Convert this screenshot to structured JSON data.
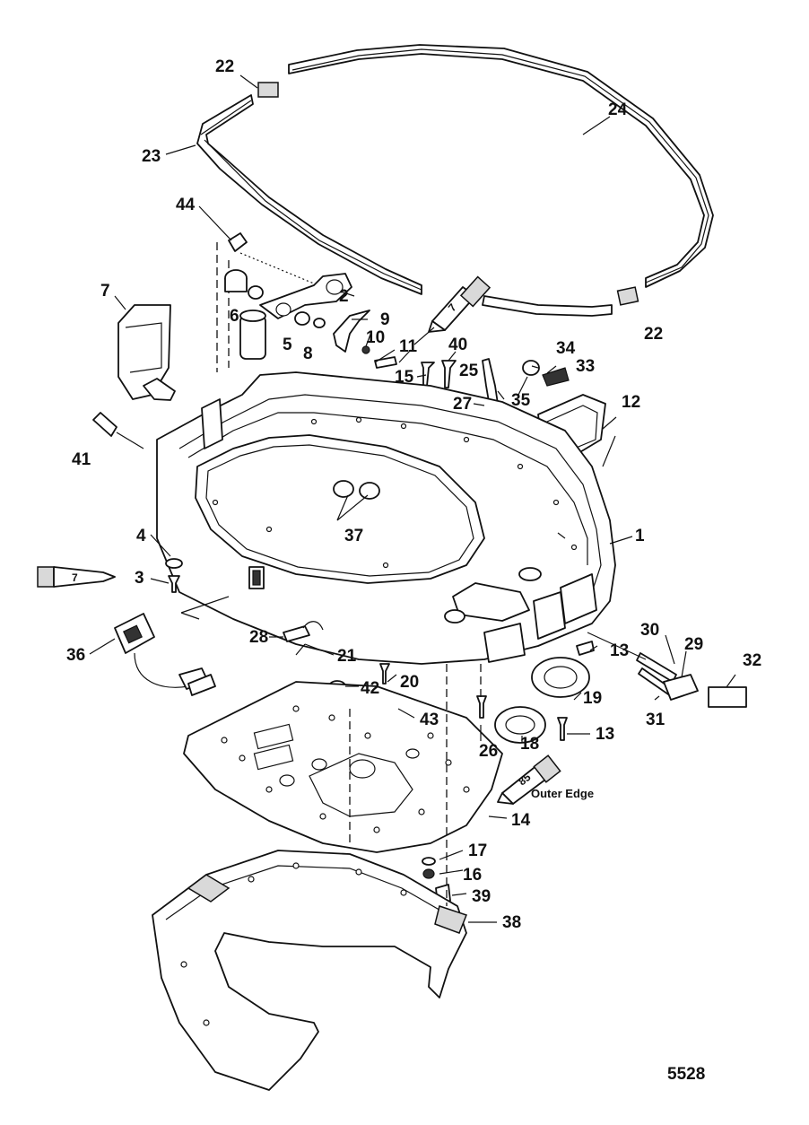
{
  "figure_number": "5528",
  "note_outer_edge": "Outer Edge",
  "tube_labels": {
    "t7_a": "7",
    "t7_b": "7",
    "t85": "85"
  },
  "callouts": {
    "c1": "1",
    "c2": "2",
    "c3": "3",
    "c4": "4",
    "c5": "5",
    "c6": "6",
    "c7": "7",
    "c8": "8",
    "c9": "9",
    "c10": "10",
    "c11": "11",
    "c12": "12",
    "c13a": "13",
    "c13b": "13",
    "c14": "14",
    "c15": "15",
    "c16": "16",
    "c17": "17",
    "c18": "18",
    "c19": "19",
    "c20": "20",
    "c21": "21",
    "c22a": "22",
    "c22b": "22",
    "c23": "23",
    "c24": "24",
    "c25": "25",
    "c26": "26",
    "c27": "27",
    "c28": "28",
    "c29": "29",
    "c30": "30",
    "c31": "31",
    "c32": "32",
    "c33": "33",
    "c34": "34",
    "c35": "35",
    "c36": "36",
    "c37": "37",
    "c38": "38",
    "c39": "39",
    "c40": "40",
    "c41": "41",
    "c42": "42",
    "c43": "43",
    "c44": "44"
  }
}
